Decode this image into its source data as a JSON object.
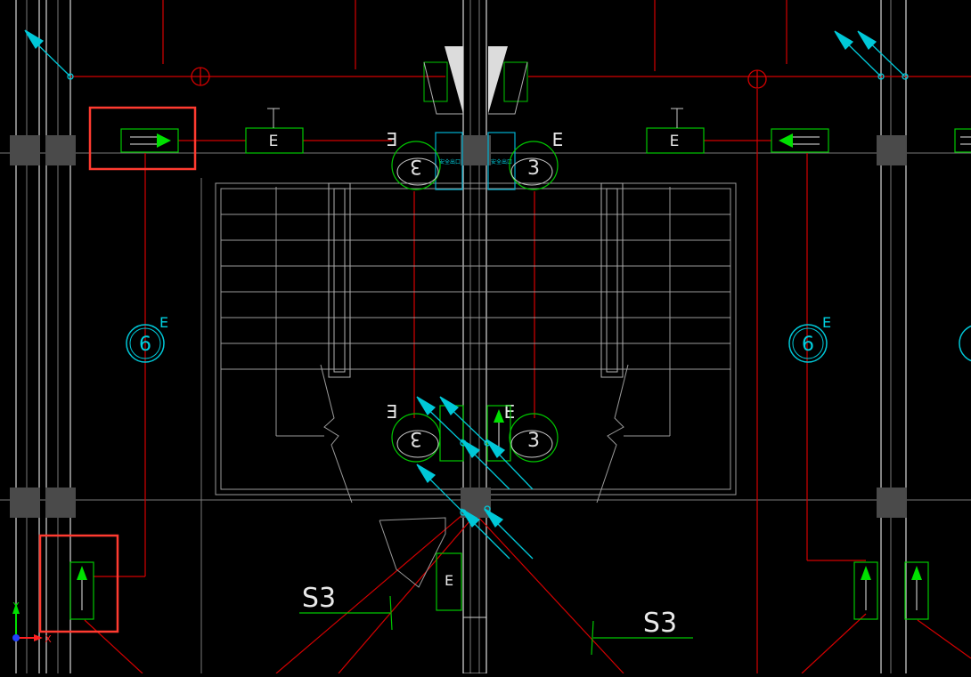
{
  "labels": {
    "emergency_light_mark": "E",
    "circuit_number_left": "6",
    "circuit_number_right": "6",
    "circuit_number_3": "3",
    "section_mark_left": "S3",
    "section_mark_right": "S3",
    "sign_text": "安全出口"
  },
  "ucs_icon": {
    "y_label": "Y",
    "x_label": "X"
  },
  "colors": {
    "background": "#000000",
    "wire_red": "#ff0000",
    "green_symbol": "#00ff00",
    "cyan_symbol": "#00ffff",
    "white_line": "#ffffff",
    "grey_column": "#4a4a4a",
    "highlight_box": "#ff3b30"
  }
}
